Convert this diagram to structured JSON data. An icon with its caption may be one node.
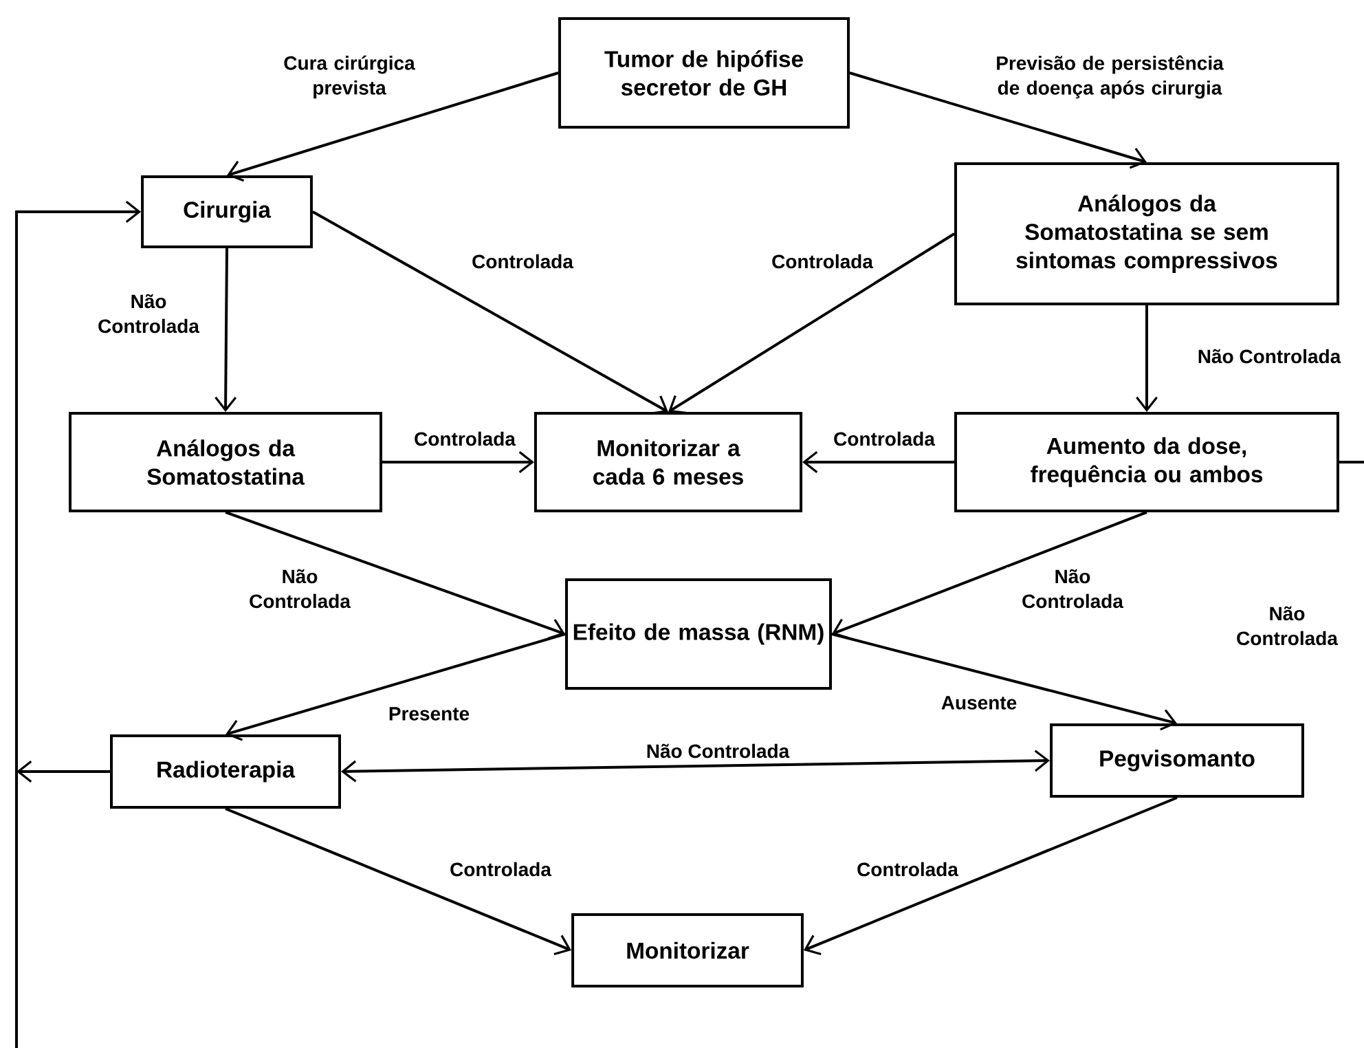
{
  "diagram": {
    "nodes": [
      {
        "text": [
          "Tumor de hipófise secretor de GH"
        ]
      },
      {
        "text": [
          "Cirurgia"
        ]
      },
      {
        "text": [
          "Análogos da Somatostatina se sem sintomas compressivos"
        ]
      },
      {
        "text": [
          "Análogos da Somatostatina"
        ]
      },
      {
        "text": [
          "Monitorizar a cada 6 meses"
        ]
      },
      {
        "text": [
          "Aumento da dose, frequência ou ambos"
        ]
      },
      {
        "text": [
          "Efeito de massa (RNM)"
        ]
      },
      {
        "text": [
          "Radioterapia"
        ]
      },
      {
        "text": [
          "Pegvisomanto"
        ]
      },
      {
        "text": [
          "Monitorizar"
        ]
      }
    ],
    "edges": [
      {
        "from": 0,
        "to": 1,
        "arrow": "to",
        "label": "Cura cirúrgica prevista"
      },
      {
        "from": 0,
        "to": 2,
        "arrow": "to",
        "label": "Previsão de persistência de doença após cirurgia"
      },
      {
        "from": 1,
        "to": 4,
        "arrow": "to",
        "label": "Controlada"
      },
      {
        "from": 2,
        "to": 4,
        "arrow": "to",
        "label": "Controlada"
      },
      {
        "from": 1,
        "to": 3,
        "arrow": "to",
        "label": "Não Controlada"
      },
      {
        "from": 2,
        "to": 5,
        "arrow": "to",
        "label": "Não Controlada"
      },
      {
        "from": 3,
        "to": 4,
        "arrow": "to",
        "label": "Controlada"
      },
      {
        "from": 5,
        "to": 4,
        "arrow": "to",
        "label": "Controlada"
      },
      {
        "from": 3,
        "to": 6,
        "arrow": "to",
        "label": "Não Controlada"
      },
      {
        "from": 5,
        "to": 6,
        "arrow": "to",
        "label": "Não Controlada"
      },
      {
        "from": 6,
        "to": 7,
        "arrow": "to",
        "label": "Presente"
      },
      {
        "from": 6,
        "to": 8,
        "arrow": "to",
        "label": "Ausente"
      },
      {
        "from": 7,
        "to": 8,
        "arrow": "both",
        "label": "Não Controlada"
      },
      {
        "from": 7,
        "to": 9,
        "arrow": "to",
        "label": "Controlada"
      },
      {
        "from": 8,
        "to": 9,
        "arrow": "to",
        "label": "Controlada"
      },
      {
        "from": 7,
        "to": null,
        "arrow": "to"
      },
      {
        "from": null,
        "to": 1,
        "arrow": "to"
      },
      {
        "from": 5,
        "to": null,
        "arrow": "none"
      }
    ],
    "labels": [
      "Não Controlada"
    ]
  }
}
